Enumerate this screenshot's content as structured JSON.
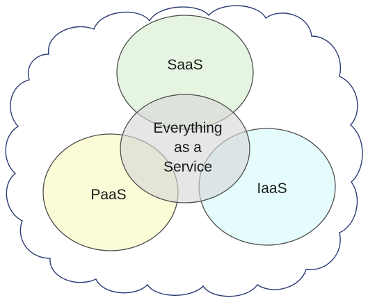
{
  "diagram": {
    "circles": {
      "saas": {
        "label": "SaaS",
        "color": "#e6f5e1"
      },
      "paas": {
        "label": "PaaS",
        "color": "#fafad0"
      },
      "iaas": {
        "label": "IaaS",
        "color": "#e0fbfb"
      },
      "center": {
        "label_lines": [
          "Everything",
          "as a",
          "Service"
        ],
        "color": "#d6d6d6"
      }
    },
    "cloud": {
      "fill": "#ffffff",
      "stroke": "#2b3a73"
    },
    "circle_stroke": "#4d4d4d"
  }
}
